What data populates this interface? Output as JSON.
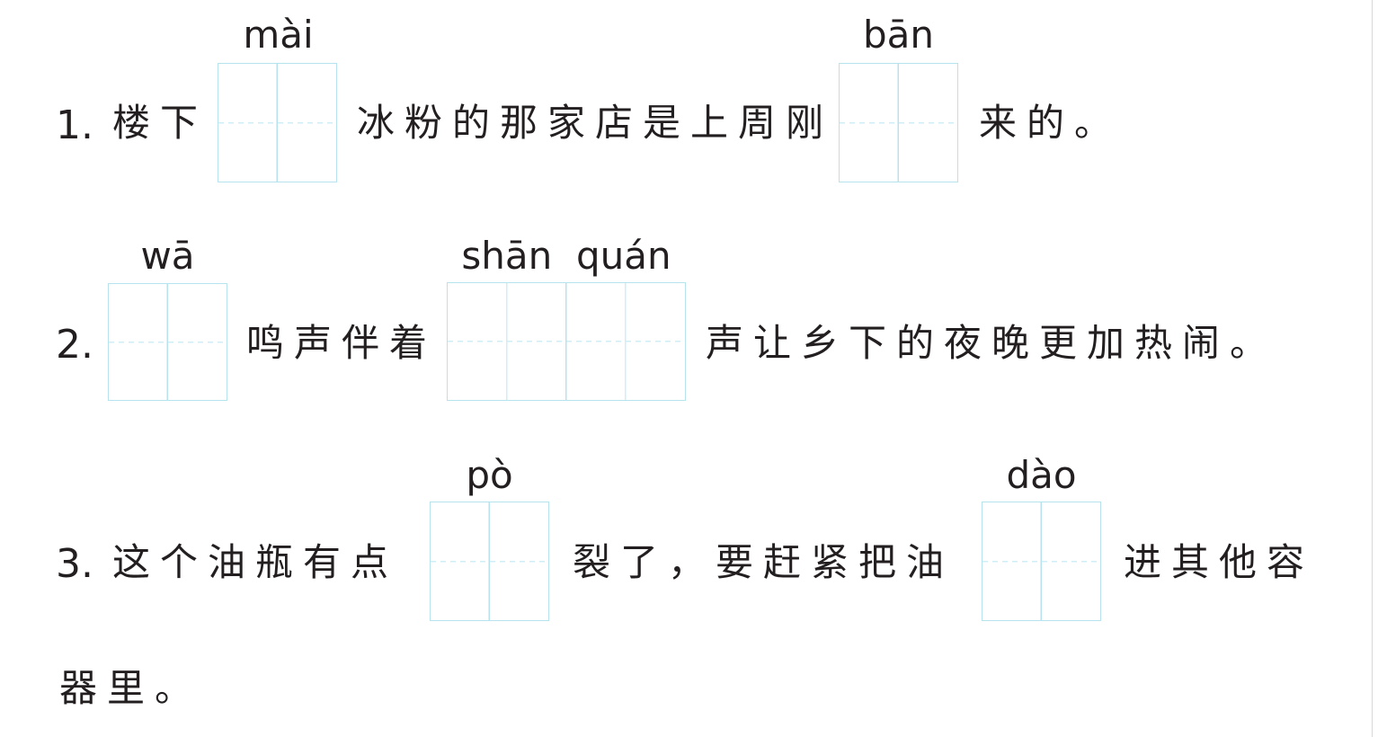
{
  "questions": [
    {
      "number": "1.",
      "segments": [
        "楼下",
        "冰粉的那家店是上周刚",
        "来的。"
      ],
      "pinyin": [
        "mài",
        "bān"
      ]
    },
    {
      "number": "2.",
      "segments": [
        "鸣声伴着",
        "声让乡下的夜晚更加热闹。"
      ],
      "pinyin": [
        "wā",
        "shān  quán"
      ]
    },
    {
      "number": "3.",
      "segments": [
        "这个油瓶有点",
        "裂了，要赶紧把油",
        "进其他容",
        "器里。"
      ],
      "pinyin": [
        "pò",
        "dào"
      ]
    }
  ]
}
